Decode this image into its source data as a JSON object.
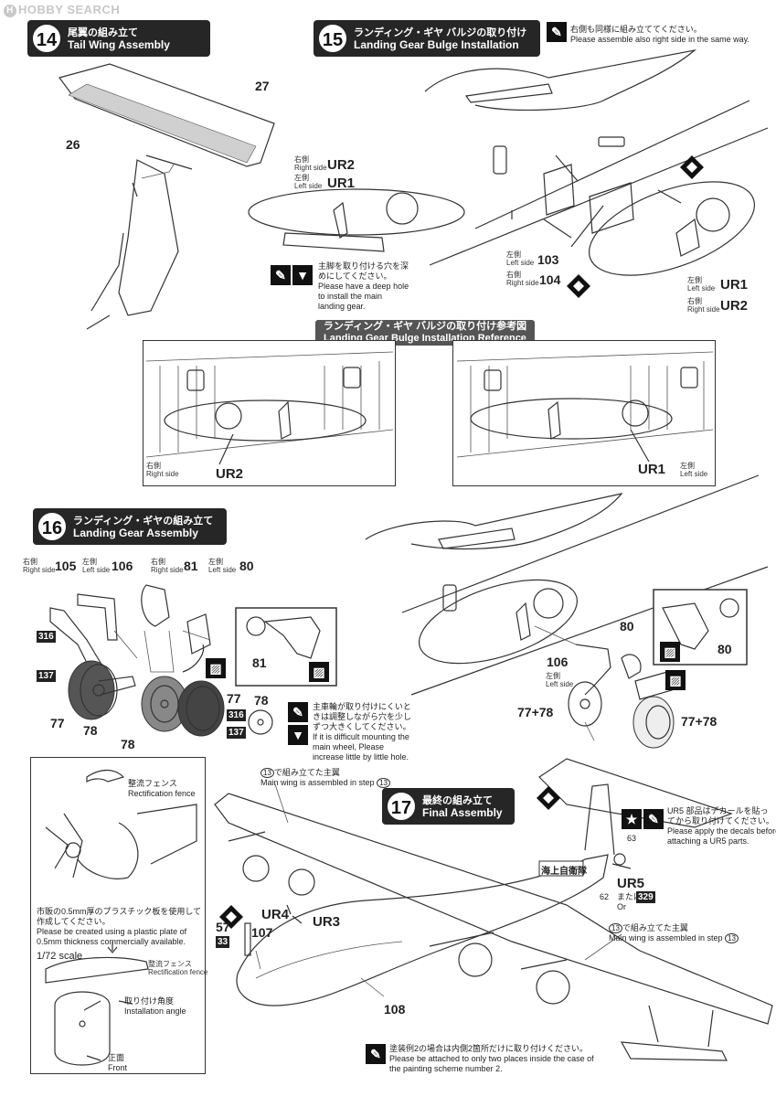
{
  "watermark": "HOBBY SEARCH",
  "step14": {
    "num": "14",
    "jp": "尾翼の組み立て",
    "en": "Tail Wing Assembly",
    "parts": [
      "27",
      "26"
    ]
  },
  "step15": {
    "num": "15",
    "jp": "ランディング・ギヤ バルジの取り付け",
    "en": "Landing Gear Bulge Installation",
    "note_jp": "右側も同様に組み立ててください。",
    "note_en": "Please assemble also right side in the same way.",
    "right_jp": "右側",
    "right_en": "Right side",
    "left_jp": "左側",
    "left_en": "Left side",
    "ur2": "UR2",
    "ur1": "UR1",
    "p103": "103",
    "p104": "104",
    "hole_jp1": "主脚を取り付ける穴を深",
    "hole_jp2": "めにしてください。",
    "hole_en1": "Please have a deep hole",
    "hole_en2": "to install the main",
    "hole_en3": "landing gear."
  },
  "reference": {
    "jp": "ランディング・ギヤ バルジの取り付け参考図",
    "en": "Landing Gear Bulge Installation Reference Diagram",
    "right_jp": "右側",
    "right_en": "Right side",
    "left_jp": "左側",
    "left_en": "Left side",
    "ur2": "UR2",
    "ur1": "UR1"
  },
  "step16": {
    "num": "16",
    "jp": "ランディング・ギヤの組み立て",
    "en": "Landing Gear Assembly",
    "right_jp": "右側",
    "right_en": "Right side",
    "left_jp": "左側",
    "left_en": "Left side",
    "p105": "105",
    "p106": "106",
    "p81": "81",
    "p80": "80",
    "p77": "77",
    "p78": "78",
    "p77_78": "77+78",
    "b316": "316",
    "b137": "137",
    "hole_jp1": "主車輪が取り付けにくいと",
    "hole_jp2": "きは調整しながら穴を少し",
    "hole_jp3": "ずつ大きくしてください。",
    "hole_en1": "If it is difficult mounting the",
    "hole_en2": "main wheel, Please",
    "hole_en3": "increase little by little hole."
  },
  "step17": {
    "num": "17",
    "jp": "最終の組み立て",
    "en": "Final Assembly",
    "wing_jp": "で組み立てた主翼",
    "wing_en": "Main wing is assembled in step",
    "step_ref": "13",
    "ur5_jp1": "UR5 部品はデカールを貼っ",
    "ur5_jp2": "てから取り付けてください。",
    "ur5_en1": "Please apply the decals before",
    "ur5_en2": "attaching a UR5 parts.",
    "p63": "63",
    "p62": "62",
    "ur5": "UR5",
    "or_jp": "または",
    "or_en": "Or",
    "b329": "329",
    "ur4": "UR4",
    "ur3": "UR3",
    "p57": "57",
    "p107": "107",
    "p108": "108",
    "b33": "33",
    "fuselage_text": "海上自衛隊",
    "paint_jp": "塗装例2の場合は内側2箇所だけに取り付けください。",
    "paint_en1": "Please be attached to only two places inside the case of",
    "paint_en2": "the painting scheme number 2."
  },
  "fence": {
    "title_jp": "整流フェンス",
    "title_en": "Rectification fence",
    "plastic_jp1": "市販の0.5mm厚のプラスチック板を使用して",
    "plastic_jp2": "作成してください。",
    "plastic_en1": "Please be created using a plastic plate of",
    "plastic_en2": "0.5mm thickness commercially available.",
    "scale": "1/72 scale",
    "angle_jp": "取り付け角度",
    "angle_en": "Installation angle",
    "front_jp": "正面",
    "front_en": "Front"
  }
}
